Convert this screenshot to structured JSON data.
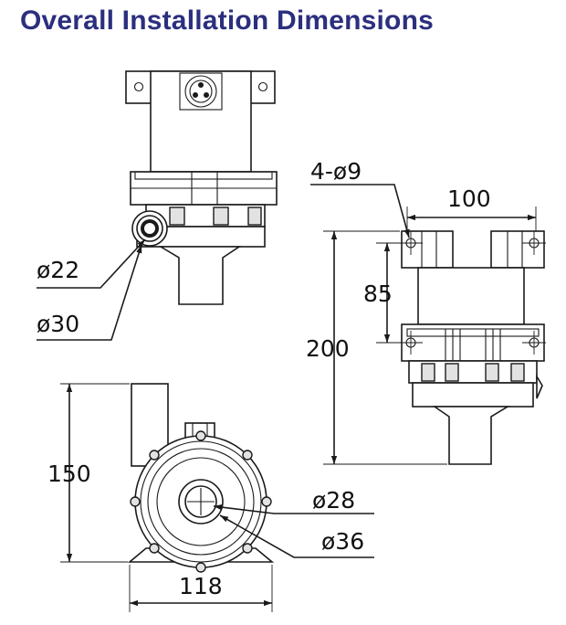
{
  "title": "Overall Installation Dimensions",
  "dimensions": {
    "top_view": {
      "cable_entry_inner": "ø22",
      "cable_entry_outer": "ø30"
    },
    "side_view": {
      "mounting_holes": "4-ø9",
      "hole_spacing_horizontal": "100",
      "hole_spacing_vertical": "85",
      "overall_height": "200"
    },
    "end_view": {
      "height": "150",
      "width": "118",
      "bore_inner": "ø28",
      "bore_outer": "ø36"
    }
  }
}
